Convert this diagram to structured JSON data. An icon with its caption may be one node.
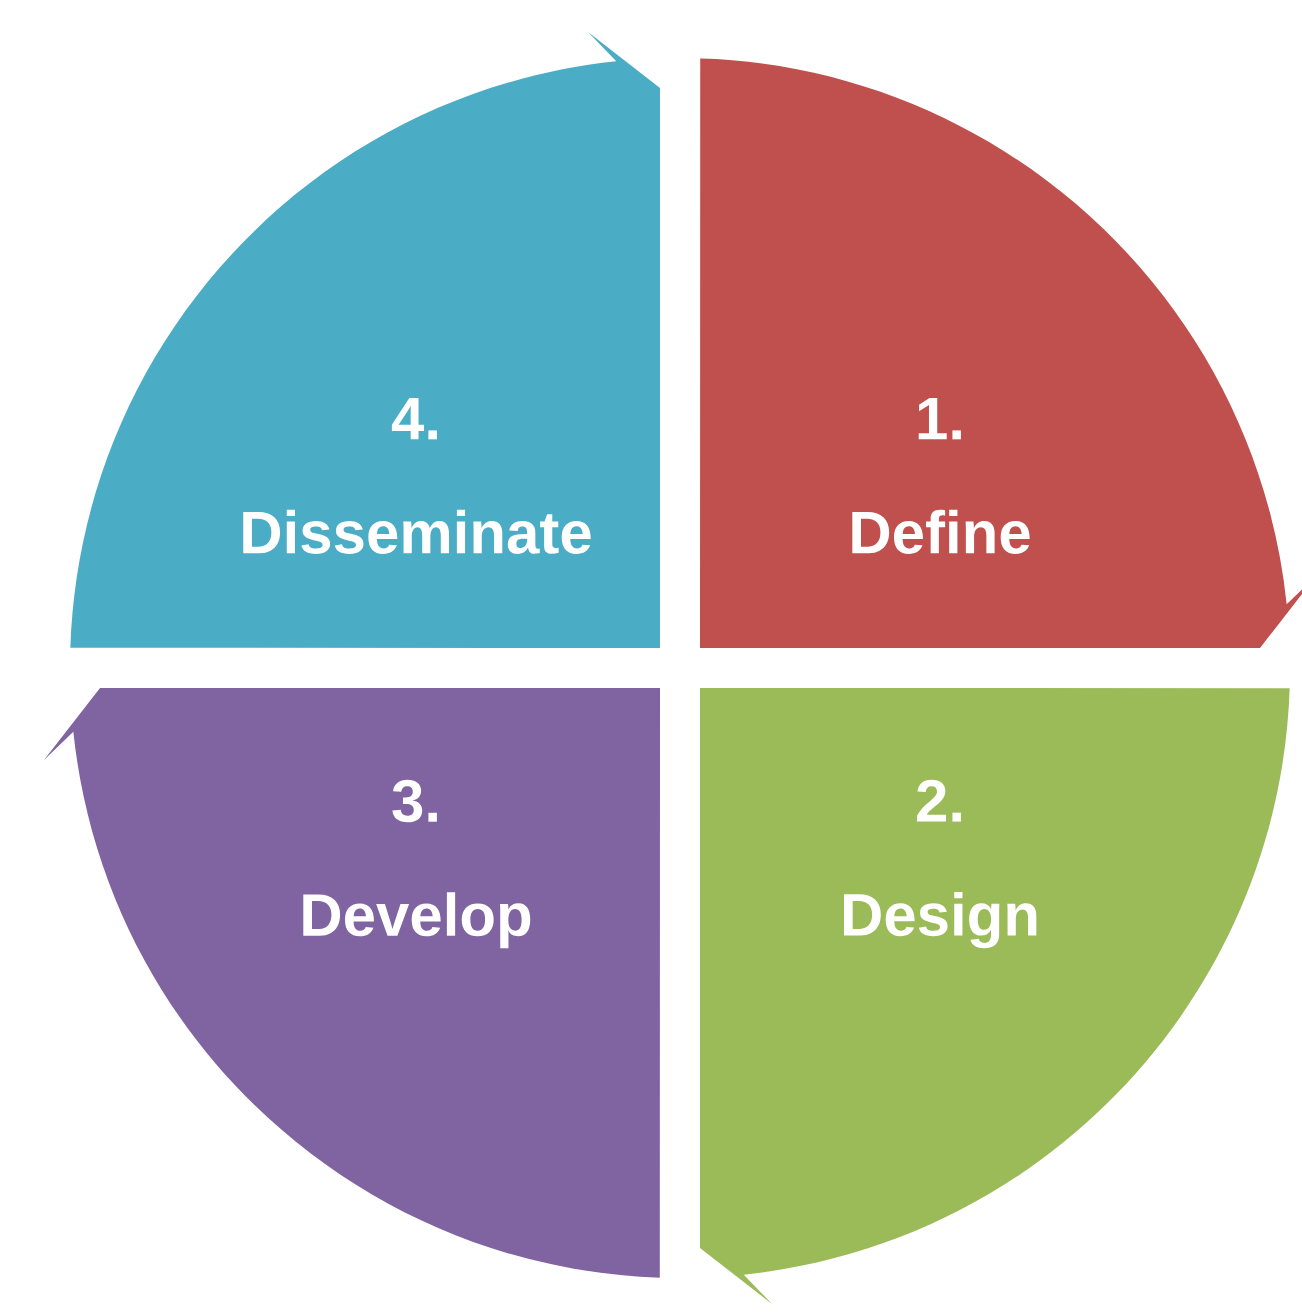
{
  "diagram": {
    "nodes": [
      {
        "text": [
          "1.",
          "Define"
        ]
      },
      {
        "text": [
          "2.",
          "Design"
        ]
      },
      {
        "text": [
          "3.",
          "Develop"
        ]
      },
      {
        "text": [
          "4.",
          "Disseminate"
        ]
      }
    ]
  }
}
